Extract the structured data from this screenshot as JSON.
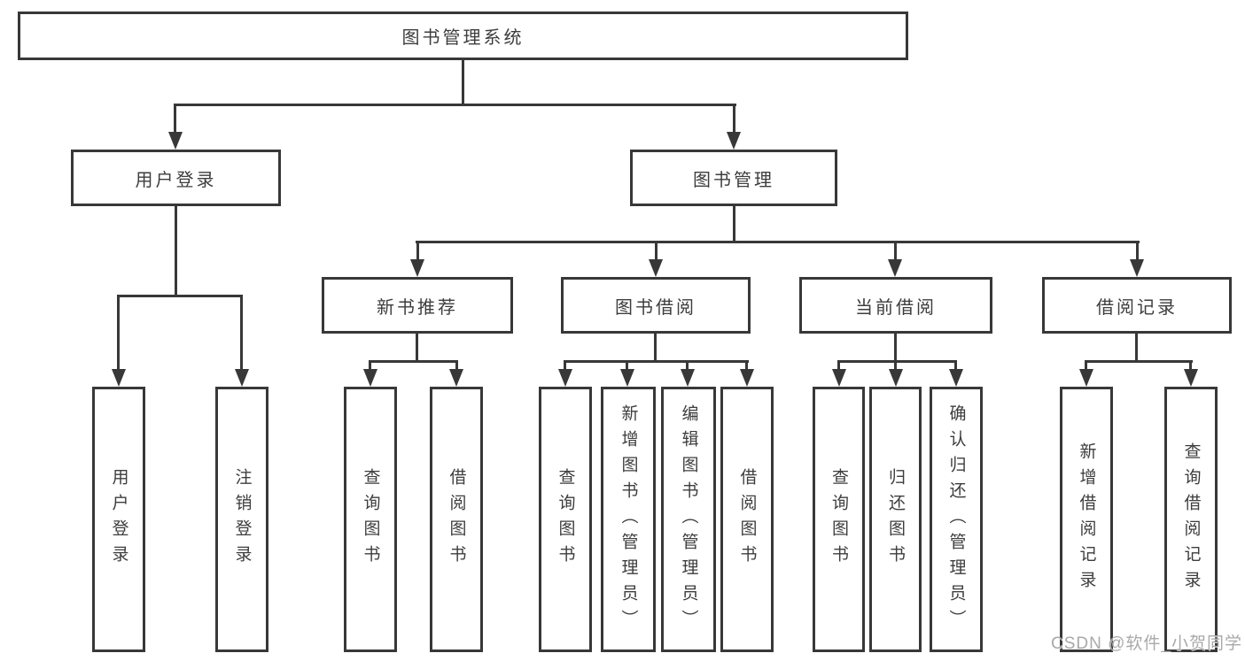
{
  "root": {
    "label": "图书管理系统"
  },
  "level2": [
    {
      "label": "用户登录"
    },
    {
      "label": "图书管理"
    }
  ],
  "level3": [
    {
      "label": "新书推荐"
    },
    {
      "label": "图书借阅"
    },
    {
      "label": "当前借阅"
    },
    {
      "label": "借阅记录"
    }
  ],
  "leaves": [
    {
      "label": "用户登录"
    },
    {
      "label": "注销登录"
    },
    {
      "label": "查询图书"
    },
    {
      "label": "借阅图书"
    },
    {
      "label": "查询图书"
    },
    {
      "label": "新增图书（管理员）"
    },
    {
      "label": "编辑图书（管理员）"
    },
    {
      "label": "借阅图书"
    },
    {
      "label": "查询图书"
    },
    {
      "label": "归还图书"
    },
    {
      "label": "确认归还（管理员）"
    },
    {
      "label": "新增借阅记录"
    },
    {
      "label": "查询借阅记录"
    }
  ],
  "hierarchy": {
    "图书管理系统": {
      "用户登录": [
        "用户登录",
        "注销登录"
      ],
      "图书管理": {
        "新书推荐": [
          "查询图书",
          "借阅图书"
        ],
        "图书借阅": [
          "查询图书",
          "新增图书（管理员）",
          "编辑图书（管理员）",
          "借阅图书"
        ],
        "当前借阅": [
          "查询图书",
          "归还图书",
          "确认归还（管理员）"
        ],
        "借阅记录": [
          "新增借阅记录",
          "查询借阅记录"
        ]
      }
    }
  },
  "watermark": {
    "text": "CSDN @软件_小贺同学"
  },
  "colors": {
    "line": "#383838",
    "text": "#3d3d3d",
    "background": "#ffffff",
    "watermark": "#a9a9a9"
  }
}
